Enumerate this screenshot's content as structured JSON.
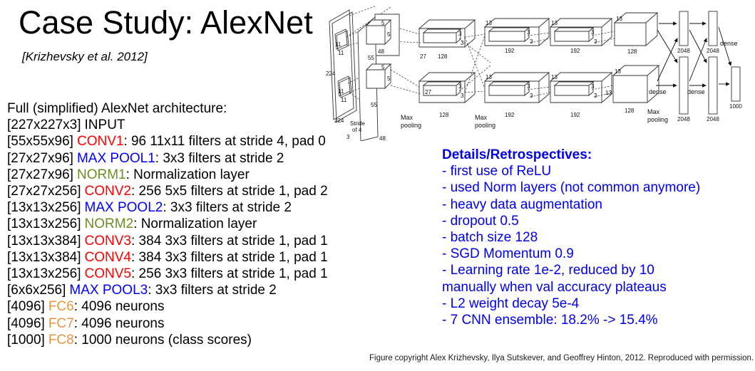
{
  "slide": {
    "title": "Case Study: AlexNet",
    "citation": "[Krizhevsky et al. 2012]"
  },
  "architecture": {
    "intro": "Full (simplified) AlexNet architecture:",
    "layers": [
      {
        "dims": "[227x227x3]",
        "name": "INPUT",
        "desc": ""
      },
      {
        "dims": "[55x55x96]",
        "name": "CONV1",
        "desc": ": 96 11x11 filters at stride 4, pad 0"
      },
      {
        "dims": "[27x27x96]",
        "name": "MAX POOL1",
        "desc": ": 3x3 filters at stride 2"
      },
      {
        "dims": "[27x27x96]",
        "name": "NORM1",
        "desc": ": Normalization layer"
      },
      {
        "dims": "[27x27x256]",
        "name": "CONV2",
        "desc": ": 256 5x5 filters at stride 1, pad 2"
      },
      {
        "dims": "[13x13x256]",
        "name": "MAX POOL2",
        "desc": ": 3x3 filters at stride 2"
      },
      {
        "dims": "[13x13x256]",
        "name": "NORM2",
        "desc": ": Normalization layer"
      },
      {
        "dims": "[13x13x384]",
        "name": "CONV3",
        "desc": ": 384 3x3 filters at stride 1, pad 1"
      },
      {
        "dims": "[13x13x384]",
        "name": "CONV4",
        "desc": ": 384 3x3 filters at stride 1, pad 1"
      },
      {
        "dims": "[13x13x256]",
        "name": "CONV5",
        "desc": ": 256 3x3 filters at stride 1, pad 1"
      },
      {
        "dims": "[6x6x256]",
        "name": "MAX POOL3",
        "desc": ": 3x3 filters at stride 2"
      },
      {
        "dims": "[4096]",
        "name": "FC6",
        "desc": ": 4096 neurons"
      },
      {
        "dims": "[4096]",
        "name": "FC7",
        "desc": ": 4096 neurons"
      },
      {
        "dims": "[1000]",
        "name": "FC8",
        "desc": ": 1000 neurons (class scores)"
      }
    ]
  },
  "details": {
    "heading": "Details/Retrospectives:",
    "items": [
      "- first use of ReLU",
      "- used Norm layers (not common anymore)",
      "- heavy data augmentation",
      "- dropout 0.5",
      "- batch size 128",
      "- SGD Momentum 0.9",
      "- Learning rate 1e-2, reduced by 10",
      "manually when val accuracy plateaus",
      "- L2 weight decay 5e-4",
      "- 7 CNN ensemble: 18.2% -> 15.4%"
    ]
  },
  "caption": "Figure copyright Alex Krizhevsky, Ilya Sutskever, and Geoffrey Hinton, 2012. Reproduced with permission.",
  "figure": {
    "labels": {
      "n224": "224",
      "n11": "11",
      "stride1": "Stride",
      "stride2": "of 4",
      "n3": "3",
      "n55": "55",
      "n48": "48",
      "n5": "5",
      "max1": "Max",
      "max2": "pooling",
      "n27": "27",
      "n128": "128",
      "n13": "13",
      "n192": "192",
      "n2048": "2048",
      "dense": "dense",
      "n1000": "1000"
    }
  },
  "colors": {
    "conv": "#ff0000",
    "pool": "#0000ff",
    "norm": "#6b8e23",
    "fc": "#e8953f",
    "details_text": "#0000ee",
    "body_text": "#000000",
    "background": "#ffffff"
  }
}
